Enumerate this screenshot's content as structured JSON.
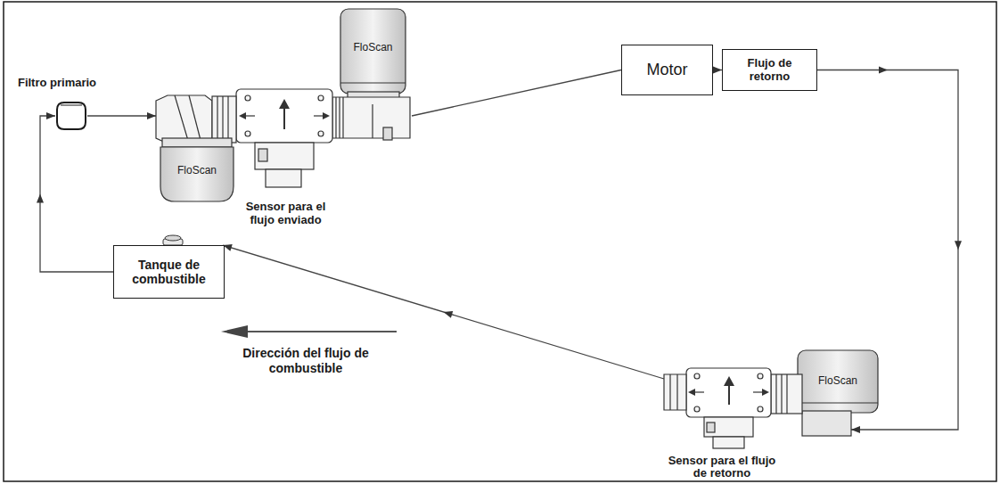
{
  "diagram": {
    "nodes": [
      {
        "text": [
          "Filtro primario"
        ]
      },
      {
        "text": [
          "FloScan",
          "FloScan",
          "Sensor para el flujo enviado"
        ]
      },
      {
        "text": [
          "Motor"
        ]
      },
      {
        "text": [
          "Flujo de retorno"
        ]
      },
      {
        "text": [
          "FloScan",
          "Sensor para el flujo de retorno"
        ]
      },
      {
        "text": [
          "Tanque de combustible"
        ]
      }
    ],
    "edges": [
      {
        "from": 0,
        "to": 1,
        "arrow": "to"
      },
      {
        "from": 1,
        "to": 2,
        "arrow": "none"
      },
      {
        "from": 2,
        "to": 3,
        "arrow": "to"
      },
      {
        "from": 3,
        "to": 4,
        "arrow": "to"
      },
      {
        "from": 4,
        "to": 5,
        "arrow": "to"
      },
      {
        "from": 5,
        "to": 0,
        "arrow": "to"
      }
    ],
    "labels": [
      "Dirección del flujo de combustible"
    ]
  }
}
